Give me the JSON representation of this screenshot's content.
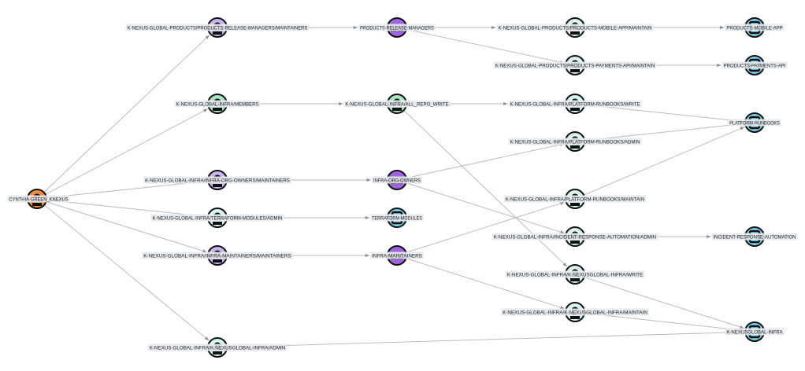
{
  "graph": {
    "colors": {
      "user": "#f28c3c",
      "group_maintainers": "#c9b3ef",
      "group_team": "#a064e0",
      "group_members": "#a9e6bf",
      "role": "#d6f3f1",
      "repo": "#7fd3ee",
      "edge": "#b5b5b5",
      "label_bg": "#e6e9ee"
    },
    "nodes": [
      {
        "id": "cynthia",
        "label": "CYNTHIA-GREEN_KNEXUS",
        "kind": "user",
        "icon": "user-icon"
      },
      {
        "id": "prm_maint",
        "label": "K-NEXUS-GLOBAL-PRODUCTS/PRODUCTS-RELEASE-MANAGERS/MAINTAINERS",
        "kind": "group_maintainers",
        "icon": "user-icon"
      },
      {
        "id": "infra_members",
        "label": "K-NEXUS-GLOBAL-INFRA/MEMBERS",
        "kind": "group_members",
        "icon": "user-icon"
      },
      {
        "id": "ioo_maint",
        "label": "K-NEXUS-GLOBAL-INFRA/INFRA-ORG-OWNERS/MAINTAINERS",
        "kind": "group_maintainers",
        "icon": "user-icon"
      },
      {
        "id": "tf_admin",
        "label": "K-NEXUS-GLOBAL-INFRA/TERRAFORM-MODULES/ADMIN",
        "kind": "role",
        "icon": "user-icon"
      },
      {
        "id": "im_maint",
        "label": "K-NEXUS-GLOBAL-INFRA/INFRA-MAINTAINERS/MAINTAINERS",
        "kind": "group_maintainers",
        "icon": "user-icon"
      },
      {
        "id": "kgi_admin",
        "label": "K-NEXUS-GLOBAL-INFRA/K-NEXUSGLOBAL-INFRA/ADMIN",
        "kind": "role",
        "icon": "user-icon"
      },
      {
        "id": "prm",
        "label": "PRODUCTS-RELEASE-MANAGERS",
        "kind": "group_team",
        "icon": "team-icon"
      },
      {
        "id": "all_repo_write",
        "label": "K-NEXUS-GLOBAL-INFRA/ALL_REPO_WRITE",
        "kind": "group_members",
        "icon": "user-icon"
      },
      {
        "id": "ioo",
        "label": "INFRA-ORG-OWNERS",
        "kind": "group_team",
        "icon": "team-icon"
      },
      {
        "id": "tf",
        "label": "TERRAFORM-MODULES",
        "kind": "repo",
        "icon": "repo-icon"
      },
      {
        "id": "im",
        "label": "INFRA-MAINTAINERS",
        "kind": "group_team",
        "icon": "team-icon"
      },
      {
        "id": "mobile_maintain",
        "label": "K-NEXUS-GLOBAL-PRODUCTS/PRODUCTS-MOBILE-APP/MAINTAIN",
        "kind": "role",
        "icon": "user-icon"
      },
      {
        "id": "payments_maintain",
        "label": "K-NEXUS-GLOBAL-PRODUCTS/PRODUCTS-PAYMENTS-API/MAINTAIN",
        "kind": "role",
        "icon": "user-icon"
      },
      {
        "id": "pr_write",
        "label": "K-NEXUS-GLOBAL-INFRA/PLATFORM-RUNBOOKS/WRITE",
        "kind": "role",
        "icon": "user-icon"
      },
      {
        "id": "pr_admin",
        "label": "K-NEXUS-GLOBAL-INFRA/PLATFORM-RUNBOOKS/ADMIN",
        "kind": "role",
        "icon": "user-icon"
      },
      {
        "id": "pr_maintain",
        "label": "K-NEXUS-GLOBAL-INFRA/PLATFORM-RUNBOOKS/MAINTAIN",
        "kind": "role",
        "icon": "user-icon"
      },
      {
        "id": "ira_admin",
        "label": "K-NEXUS-GLOBAL-INFRA/INCIDENT-RESPONSE-AUTOMATION/ADMIN",
        "kind": "role",
        "icon": "user-icon"
      },
      {
        "id": "kgi_write",
        "label": "K-NEXUS-GLOBAL-INFRA/K-NEXUSGLOBAL-INFRA/WRITE",
        "kind": "role",
        "icon": "user-icon"
      },
      {
        "id": "kgi_maintain",
        "label": "K-NEXUS-GLOBAL-INFRA/K-NEXUSGLOBAL-INFRA/MAINTAIN",
        "kind": "role",
        "icon": "user-icon"
      },
      {
        "id": "mobile",
        "label": "PRODUCTS-MOBILE-APP",
        "kind": "repo",
        "icon": "repo-icon"
      },
      {
        "id": "payments",
        "label": "PRODUCTS-PAYMENTS-API",
        "kind": "repo",
        "icon": "repo-icon"
      },
      {
        "id": "runbooks",
        "label": "PLATFORM-RUNBOOKS",
        "kind": "repo",
        "icon": "repo-icon"
      },
      {
        "id": "ira",
        "label": "INCIDENT-RESPONSE-AUTOMATION",
        "kind": "repo",
        "icon": "repo-icon"
      },
      {
        "id": "kgi",
        "label": "K-NEXUSGLOBAL-INFRA",
        "kind": "repo",
        "icon": "repo-icon"
      }
    ],
    "edges": [
      [
        "cynthia",
        "prm_maint"
      ],
      [
        "cynthia",
        "infra_members"
      ],
      [
        "cynthia",
        "ioo_maint"
      ],
      [
        "cynthia",
        "tf_admin"
      ],
      [
        "cynthia",
        "im_maint"
      ],
      [
        "cynthia",
        "kgi_admin"
      ],
      [
        "prm_maint",
        "prm"
      ],
      [
        "infra_members",
        "all_repo_write"
      ],
      [
        "ioo_maint",
        "ioo"
      ],
      [
        "tf_admin",
        "tf"
      ],
      [
        "im_maint",
        "im"
      ],
      [
        "kgi_admin",
        "kgi"
      ],
      [
        "prm",
        "mobile_maintain"
      ],
      [
        "prm",
        "payments_maintain"
      ],
      [
        "all_repo_write",
        "pr_write"
      ],
      [
        "all_repo_write",
        "kgi_write"
      ],
      [
        "ioo",
        "pr_admin"
      ],
      [
        "ioo",
        "ira_admin"
      ],
      [
        "im",
        "pr_maintain"
      ],
      [
        "im",
        "kgi_maintain"
      ],
      [
        "mobile_maintain",
        "mobile"
      ],
      [
        "payments_maintain",
        "payments"
      ],
      [
        "pr_write",
        "runbooks"
      ],
      [
        "pr_admin",
        "runbooks"
      ],
      [
        "pr_maintain",
        "runbooks"
      ],
      [
        "ira_admin",
        "ira"
      ],
      [
        "kgi_write",
        "kgi"
      ],
      [
        "kgi_maintain",
        "kgi"
      ]
    ]
  }
}
